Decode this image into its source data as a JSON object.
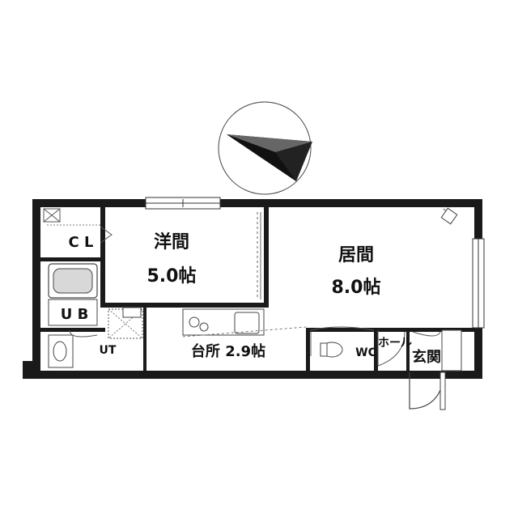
{
  "rooms": {
    "western": {
      "name": "洋間",
      "size": "5.0帖"
    },
    "living": {
      "name": "居間",
      "size": "8.0帖"
    },
    "closet": "C L",
    "bath": "U B",
    "utility": "UT",
    "kitchen": "台所 2.9帖",
    "toilet": "WC",
    "hall": "ホール",
    "entrance": "玄関"
  },
  "colors": {
    "wall": "#1a1a1a",
    "line": "#555555",
    "fill_gray": "#d8d8d8"
  }
}
